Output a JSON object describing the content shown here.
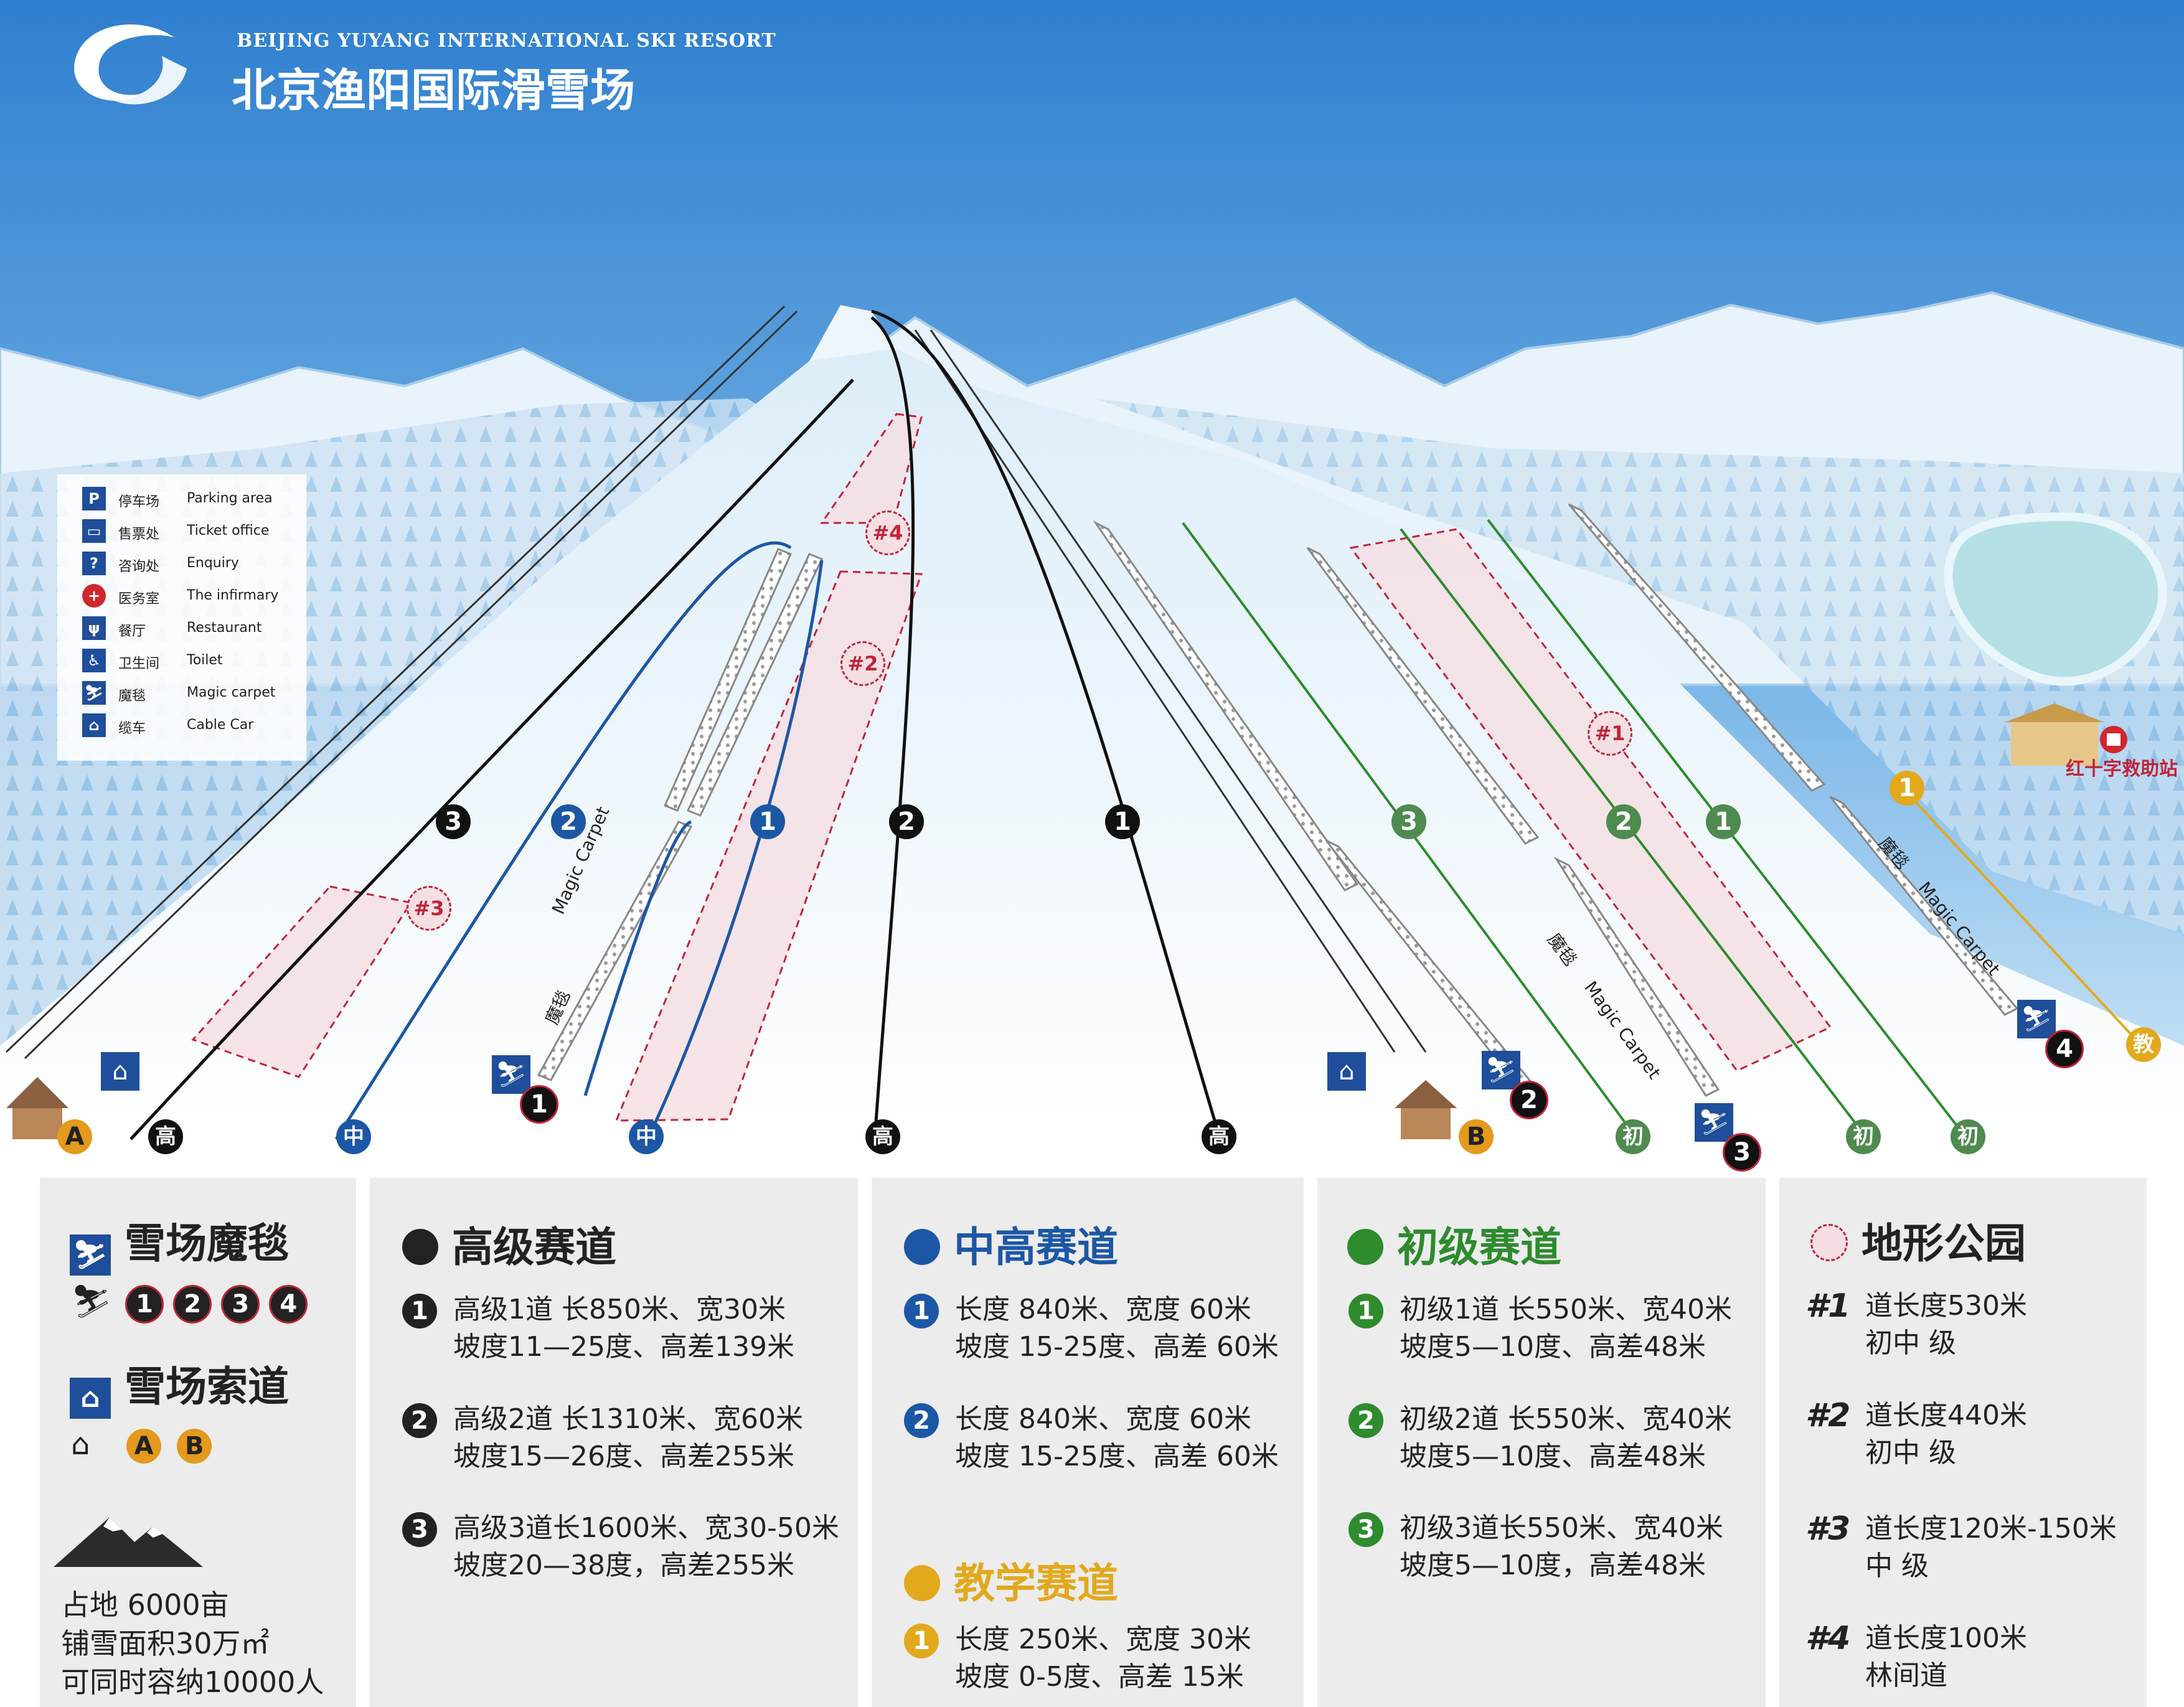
{
  "header": {
    "resort_en": "BEIJING YUYANG INTERNATIONAL SKI RESORT",
    "resort_cn": "北京渔阳国际滑雪场"
  },
  "colors": {
    "sky_top": "#2f7fcf",
    "sky_bottom": "#cfe6f8",
    "expert": "#111111",
    "intermediate": "#1c57a5",
    "beginner": "#2e8b2e",
    "teaching": "#e3a91d",
    "terrain_park": "#c0243a",
    "lift_blue": "#1f4e9a"
  },
  "map_legend": [
    {
      "icon": "parking-icon",
      "glyph": "P",
      "cn": "停车场",
      "en": "Parking area"
    },
    {
      "icon": "ticket-icon",
      "glyph": "▭",
      "cn": "售票处",
      "en": "Ticket office"
    },
    {
      "icon": "enquiry-icon",
      "glyph": "?",
      "cn": "咨询处",
      "en": "Enquiry"
    },
    {
      "icon": "first-aid-icon",
      "glyph": "+",
      "cn": "医务室",
      "en": "The infirmary"
    },
    {
      "icon": "restaurant-icon",
      "glyph": "ψ",
      "cn": "餐厅",
      "en": "Restaurant"
    },
    {
      "icon": "toilet-icon",
      "glyph": "♿",
      "cn": "卫生间",
      "en": "Toilet"
    },
    {
      "icon": "magic-carpet-icon",
      "glyph": "⛷",
      "cn": "魔毯",
      "en": "Magic carpet"
    },
    {
      "icon": "cable-car-icon",
      "glyph": "⌂",
      "cn": "缆车",
      "en": "Cable Car"
    }
  ],
  "map_labels": {
    "magic_carpet_en": "Magic Carpet",
    "magic_carpet_cn": "魔毯",
    "first_aid_station": "红十字救助站",
    "bases": [
      "A",
      "B"
    ],
    "trail_numbers": [
      "3",
      "2",
      "1",
      "2",
      "1",
      "3",
      "2",
      "1",
      "1"
    ],
    "trail_bottom_labels": [
      "高",
      "中",
      "中",
      "高",
      "高",
      "初",
      "初",
      "初",
      "教"
    ],
    "park_tags": [
      "#1",
      "#2",
      "#3",
      "#4"
    ],
    "carpet_numbers": [
      "1",
      "2",
      "3",
      "4"
    ]
  },
  "facilities": {
    "carpet_title": "雪场魔毯",
    "carpet_numbers": [
      "1",
      "2",
      "3",
      "4"
    ],
    "lift_title": "雪场索道",
    "lift_letters": [
      "A",
      "B"
    ],
    "stats": [
      "占地 6000亩",
      "铺雪面积30万㎡",
      "可同时容纳10000人"
    ]
  },
  "expert": {
    "title": "高级赛道",
    "items": [
      {
        "n": "1",
        "l1": "高级1道 长850米、宽30米",
        "l2": "坡度11—25度、高差139米"
      },
      {
        "n": "2",
        "l1": "高级2道 长1310米、宽60米",
        "l2": "坡度15—26度、高差255米"
      },
      {
        "n": "3",
        "l1": "高级3道长1600米、宽30-50米",
        "l2": "坡度20—38度，高差255米"
      }
    ]
  },
  "intermediate": {
    "title": "中高赛道",
    "items": [
      {
        "n": "1",
        "l1": "长度 840米、宽度 60米",
        "l2": "坡度 15-25度、高差 60米"
      },
      {
        "n": "2",
        "l1": "长度 840米、宽度 60米",
        "l2": "坡度 15-25度、高差 60米"
      }
    ]
  },
  "teaching": {
    "title": "教学赛道",
    "items": [
      {
        "n": "1",
        "l1": "长度 250米、宽度 30米",
        "l2": "坡度 0-5度、高差 15米"
      }
    ]
  },
  "beginner": {
    "title": "初级赛道",
    "items": [
      {
        "n": "1",
        "l1": "初级1道 长550米、宽40米",
        "l2": "坡度5—10度、高差48米"
      },
      {
        "n": "2",
        "l1": "初级2道 长550米、宽40米",
        "l2": "坡度5—10度、高差48米"
      },
      {
        "n": "3",
        "l1": "初级3道长550米、宽40米",
        "l2": "坡度5—10度，高差48米"
      }
    ]
  },
  "parks": {
    "title": "地形公园",
    "items": [
      {
        "tag": "#1",
        "l1": "道长度530米",
        "l2": "初中 级"
      },
      {
        "tag": "#2",
        "l1": "道长度440米",
        "l2": "初中 级"
      },
      {
        "tag": "#3",
        "l1": "道长度120米-150米",
        "l2": "中 级"
      },
      {
        "tag": "#4",
        "l1": "道长度100米",
        "l2": "林间道"
      }
    ]
  }
}
